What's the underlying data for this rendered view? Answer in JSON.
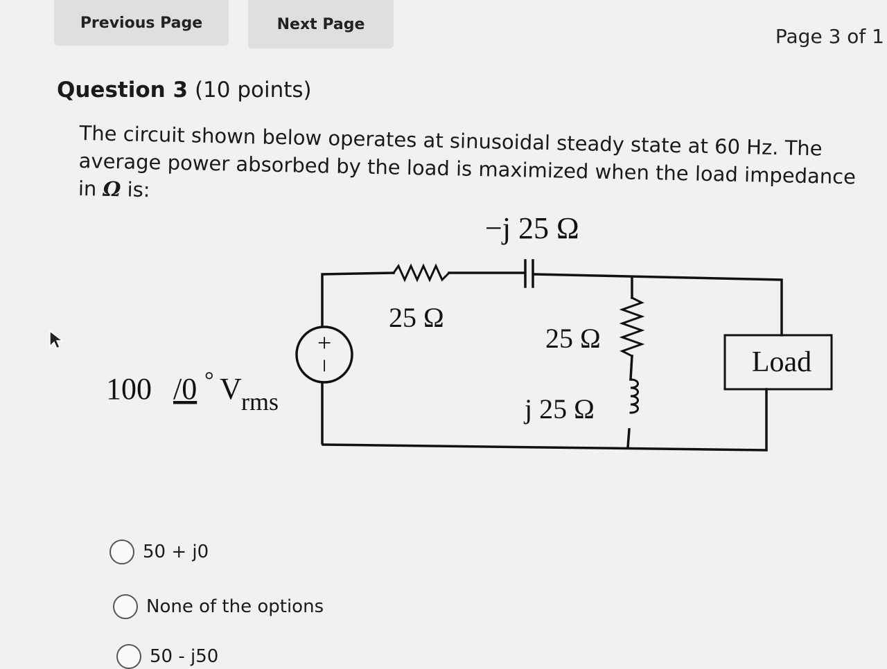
{
  "nav": {
    "previous_label": "Previous Page",
    "next_label": "Next Page",
    "page_indicator": "Page 3 of 1"
  },
  "question": {
    "number_label": "Question 3",
    "points": "(10 points)",
    "text_before": "The circuit shown below operates at sinusoidal steady state at 60 Hz. The average power absorbed by the load is maximized when the load impedance in ",
    "omega": "Ω",
    "text_after": " is:"
  },
  "circuit": {
    "capacitor_label": "−j 25 Ω",
    "series_resistor_label": "25 Ω",
    "shunt_resistor_label": "25 Ω",
    "inductor_label": "j 25 Ω",
    "load_label": "Load",
    "source_label": "100",
    "source_angle": "/0",
    "source_degree": "°",
    "source_unit": "V",
    "source_unit_sub": "rms",
    "source_plus": "+",
    "source_minus": "−"
  },
  "options": [
    {
      "label": "50 + j0",
      "selected": false
    },
    {
      "label": "None of the options",
      "selected": false
    },
    {
      "label": "50 - j50",
      "selected": false
    }
  ]
}
